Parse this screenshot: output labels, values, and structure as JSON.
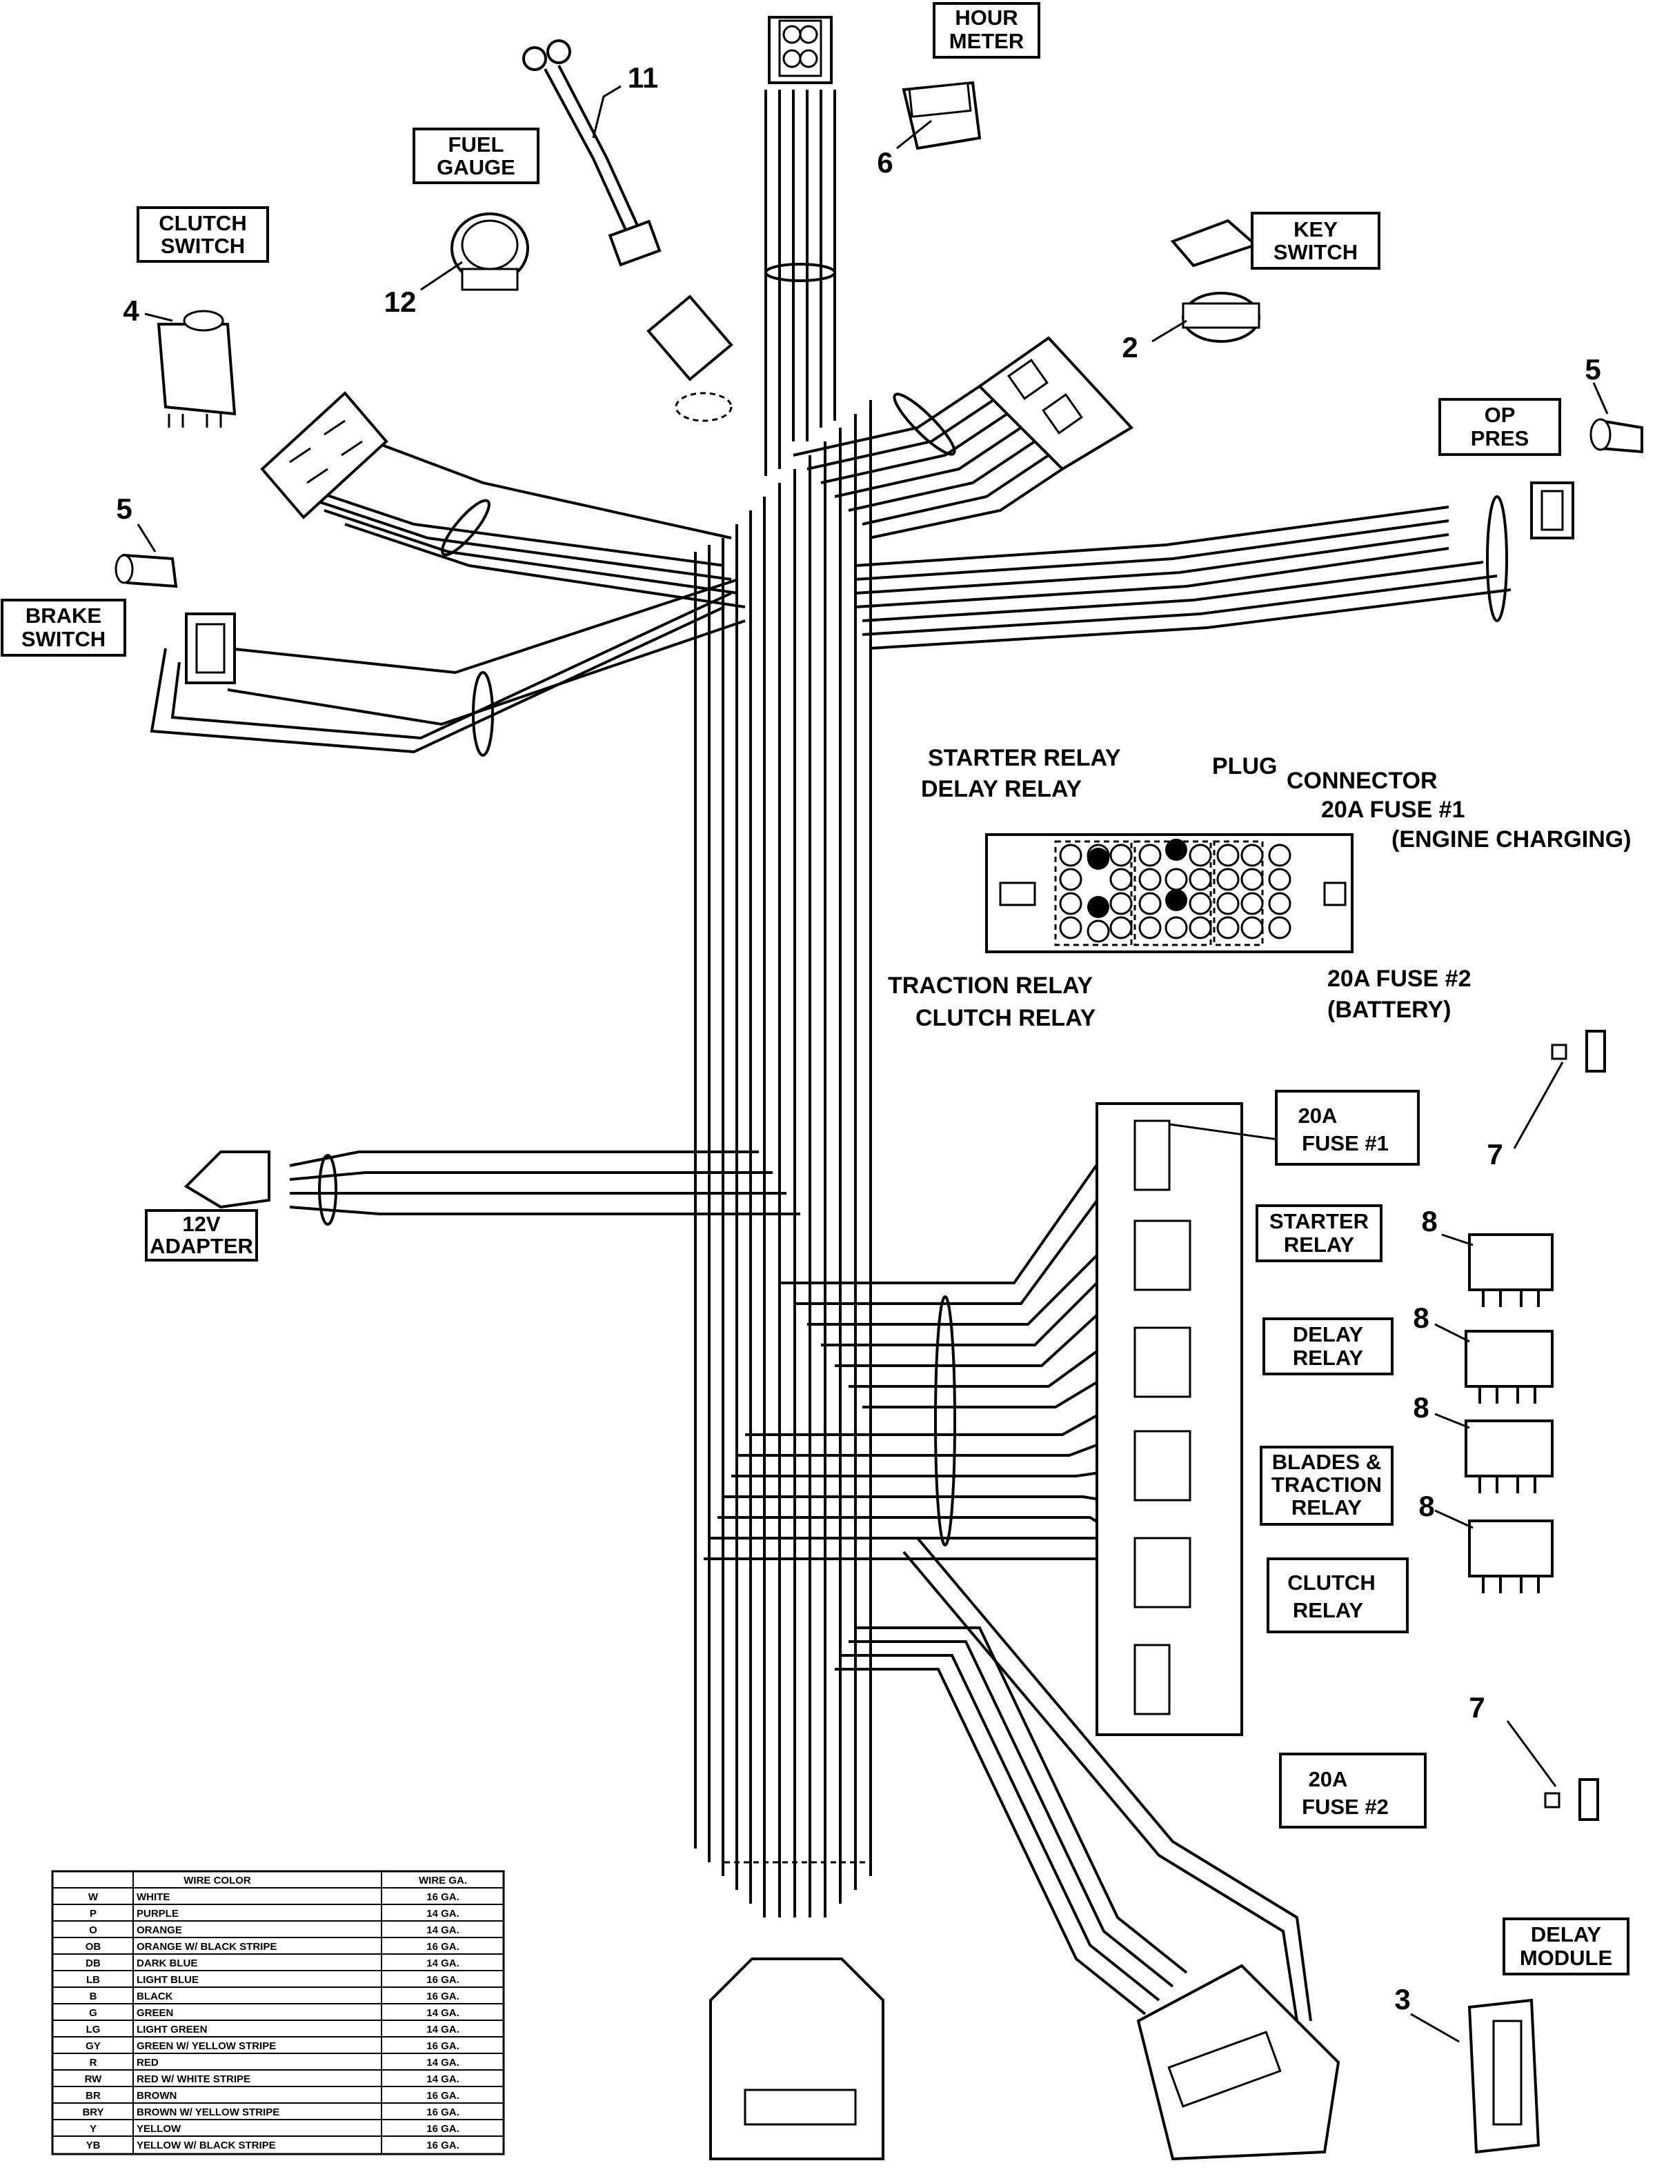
{
  "callouts": {
    "hour_meter": [
      "HOUR",
      "METER"
    ],
    "fuel_gauge": [
      "FUEL",
      "GAUGE"
    ],
    "clutch_switch": [
      "CLUTCH",
      "SWITCH"
    ],
    "key_switch": [
      "KEY",
      "SWITCH"
    ],
    "op_pres": [
      "OP",
      "PRES"
    ],
    "brake_switch": [
      "BRAKE",
      "SWITCH"
    ],
    "adapter_12v": [
      "12V",
      "ADAPTER"
    ],
    "fuse1": [
      "20A",
      "FUSE #1"
    ],
    "starter_relay": [
      "STARTER",
      "RELAY"
    ],
    "delay_relay": [
      "DELAY",
      "RELAY"
    ],
    "blades_traction_relay": [
      "BLADES &",
      "TRACTION",
      "RELAY"
    ],
    "clutch_relay": [
      "CLUTCH",
      "RELAY"
    ],
    "fuse2": [
      "20A",
      "FUSE #2"
    ],
    "delay_module": [
      "DELAY",
      "MODULE"
    ]
  },
  "fusebox_labels": {
    "starter_relay": "STARTER RELAY",
    "delay_relay": "DELAY RELAY",
    "plug": "PLUG",
    "connector": "CONNECTOR",
    "fuse1": "20A FUSE #1",
    "fuse1_note": "(ENGINE CHARGING)",
    "traction_relay": "TRACTION RELAY",
    "clutch_relay": "CLUTCH RELAY",
    "fuse2": "20A FUSE #2",
    "fuse2_note": "(BATTERY)"
  },
  "part_numbers": {
    "n11": "11",
    "n6": "6",
    "n12": "12",
    "n4": "4",
    "n2": "2",
    "n5a": "5",
    "n5b": "5",
    "n7a": "7",
    "n7b": "7",
    "n8a": "8",
    "n8b": "8",
    "n8c": "8",
    "n8d": "8",
    "n3": "3"
  },
  "wire_table": {
    "header_color": "WIRE COLOR",
    "header_gauge": "WIRE GA.",
    "rows": [
      {
        "code": "W",
        "color": "WHITE",
        "gauge": "16 GA."
      },
      {
        "code": "P",
        "color": "PURPLE",
        "gauge": "14 GA."
      },
      {
        "code": "O",
        "color": "ORANGE",
        "gauge": "14 GA."
      },
      {
        "code": "OB",
        "color": "ORANGE W/ BLACK STRIPE",
        "gauge": "16 GA."
      },
      {
        "code": "DB",
        "color": "DARK BLUE",
        "gauge": "14 GA."
      },
      {
        "code": "LB",
        "color": "LIGHT BLUE",
        "gauge": "16 GA."
      },
      {
        "code": "B",
        "color": "BLACK",
        "gauge": "16 GA."
      },
      {
        "code": "G",
        "color": "GREEN",
        "gauge": "14 GA."
      },
      {
        "code": "LG",
        "color": "LIGHT GREEN",
        "gauge": "14 GA."
      },
      {
        "code": "GY",
        "color": "GREEN W/ YELLOW STRIPE",
        "gauge": "16 GA."
      },
      {
        "code": "R",
        "color": "RED",
        "gauge": "14 GA."
      },
      {
        "code": "RW",
        "color": "RED W/ WHITE STRIPE",
        "gauge": "14 GA."
      },
      {
        "code": "BR",
        "color": "BROWN",
        "gauge": "16 GA."
      },
      {
        "code": "BRY",
        "color": "BROWN W/ YELLOW STRIPE",
        "gauge": "16 GA."
      },
      {
        "code": "Y",
        "color": "YELLOW",
        "gauge": "16 GA."
      },
      {
        "code": "YB",
        "color": "YELLOW W/ BLACK STRIPE",
        "gauge": "16 GA."
      }
    ]
  }
}
